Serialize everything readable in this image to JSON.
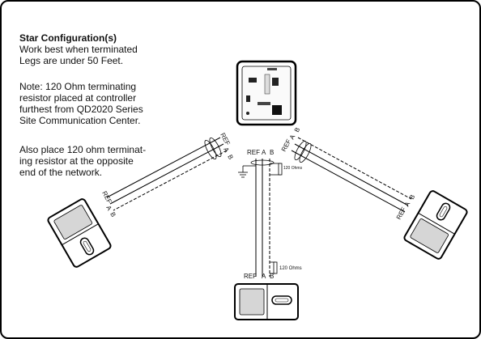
{
  "text": {
    "title": "Star Configuration(s)",
    "desc_lines": [
      "Work best when terminated",
      "Legs are under 50 Feet."
    ],
    "note_lines": [
      "Note: 120 Ohm terminating",
      "resistor placed at controller",
      "furthest from QD2020 Series",
      "Site Communication Center."
    ],
    "also_lines": [
      "Also place 120 ohm terminat-",
      "ing resistor at the opposite",
      "end of the network."
    ]
  },
  "wire_labels": {
    "ref": "REF",
    "a": "A",
    "b": "B"
  },
  "resistor_labels": {
    "center_small": "120 Ohms",
    "bottom": "120 Ohms"
  }
}
